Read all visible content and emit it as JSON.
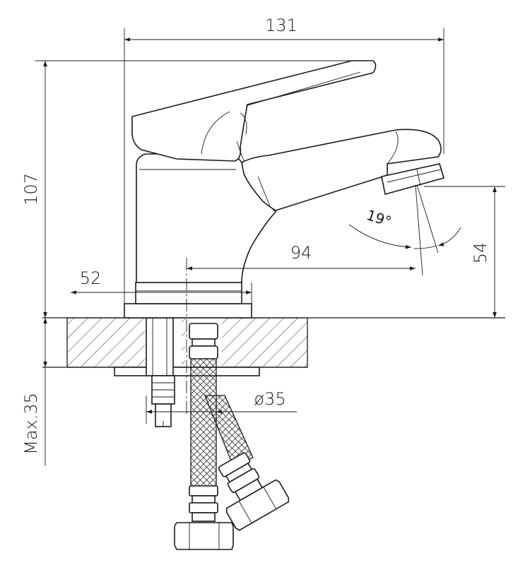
{
  "drawing": {
    "dimensions": {
      "overall_length": "131",
      "overall_height": "107",
      "spout_height": "54",
      "spout_reach": "94",
      "base_offset": "52",
      "hole_diameter": "ø35",
      "max_counter_thickness": "Max.35",
      "spout_angle": "19°"
    },
    "colors": {
      "line": "#1a1a1a",
      "background": "#ffffff",
      "hatch": "#333333"
    }
  }
}
